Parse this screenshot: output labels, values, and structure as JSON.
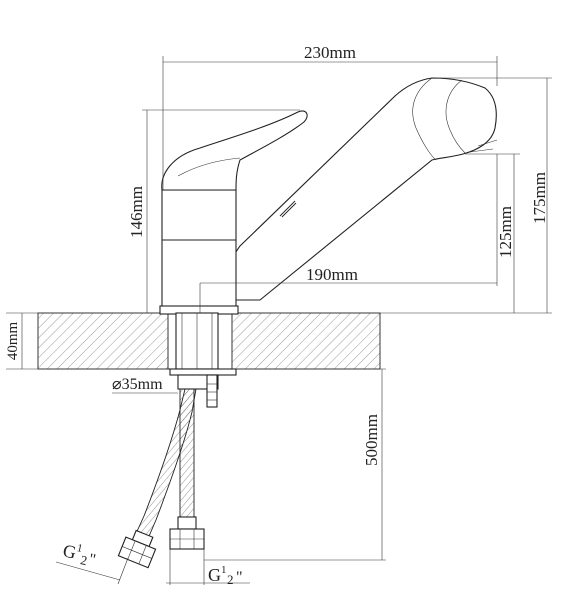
{
  "dimensions": {
    "width_total": "230mm",
    "height_body": "146mm",
    "height_total": "175mm",
    "spout_height": "125mm",
    "spout_reach": "190mm",
    "counter_thickness": "40mm",
    "hole_diameter": "⌀35mm",
    "hose_length": "500mm"
  },
  "thread_labels": {
    "left": {
      "base": "G",
      "num": "1",
      "den": "2",
      "mark": "\""
    },
    "right": {
      "base": "G",
      "num": "1",
      "den": "2",
      "mark": "\""
    }
  }
}
